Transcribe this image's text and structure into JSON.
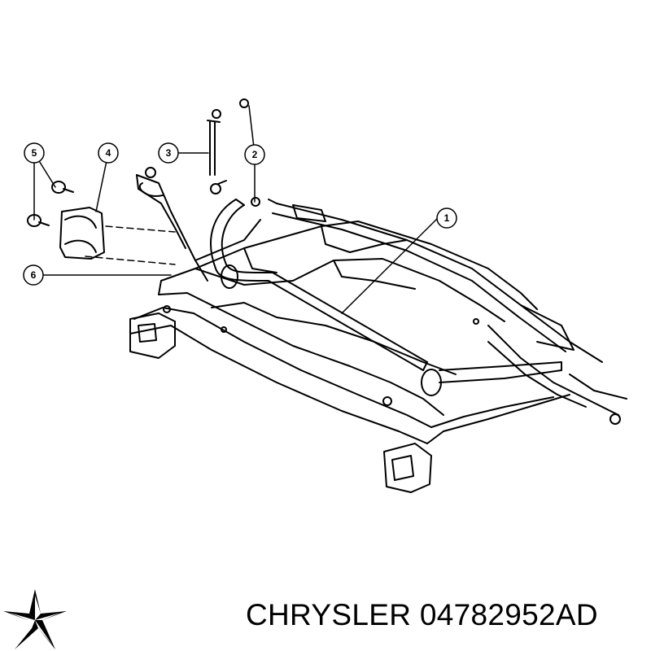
{
  "callouts": [
    "1",
    "2",
    "3",
    "4",
    "5",
    "6"
  ],
  "footer": {
    "brand": "CHRYSLER",
    "part_number": "04782952AD",
    "logo_icon": "chrysler-pentastar-icon"
  },
  "colors": {
    "line": "#000000",
    "background": "#ffffff"
  }
}
